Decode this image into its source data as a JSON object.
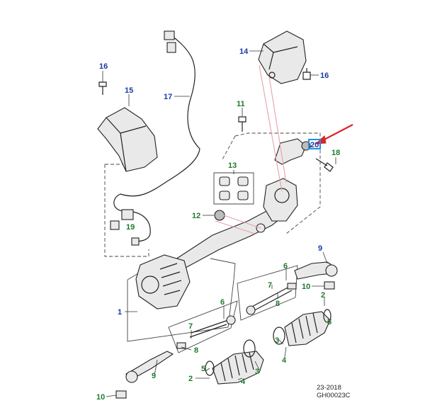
{
  "callouts": [
    {
      "id": "c16a",
      "text": "16",
      "color": "blue"
    },
    {
      "id": "c15",
      "text": "15",
      "color": "green"
    },
    {
      "id": "c17",
      "text": "17",
      "color": "blue"
    },
    {
      "id": "c14",
      "text": "14",
      "color": "blue"
    },
    {
      "id": "c16b",
      "text": "16",
      "color": "blue"
    },
    {
      "id": "c11",
      "text": "11",
      "color": "green"
    },
    {
      "id": "c20",
      "text": "20",
      "color": "blue"
    },
    {
      "id": "c18",
      "text": "18",
      "color": "green"
    },
    {
      "id": "c13",
      "text": "13",
      "color": "green"
    },
    {
      "id": "c12",
      "text": "12",
      "color": "green"
    },
    {
      "id": "c19",
      "text": "19",
      "color": "green"
    },
    {
      "id": "c9a",
      "text": "9",
      "color": "blue"
    },
    {
      "id": "c6a",
      "text": "6",
      "color": "green"
    },
    {
      "id": "c10a",
      "text": "10",
      "color": "green"
    },
    {
      "id": "c7a",
      "text": "7",
      "color": "green"
    },
    {
      "id": "c8a",
      "text": "8",
      "color": "green"
    },
    {
      "id": "c2a",
      "text": "2",
      "color": "green"
    },
    {
      "id": "c1",
      "text": "1",
      "color": "blue"
    },
    {
      "id": "c6b",
      "text": "6",
      "color": "green"
    },
    {
      "id": "c7b",
      "text": "7",
      "color": "green"
    },
    {
      "id": "c5a",
      "text": "5",
      "color": "green"
    },
    {
      "id": "c3a",
      "text": "3",
      "color": "green"
    },
    {
      "id": "c4a",
      "text": "4",
      "color": "green"
    },
    {
      "id": "c8b",
      "text": "8",
      "color": "green"
    },
    {
      "id": "c9b",
      "text": "9",
      "color": "green"
    },
    {
      "id": "c5b",
      "text": "5",
      "color": "green"
    },
    {
      "id": "c3b",
      "text": "3",
      "color": "green"
    },
    {
      "id": "c2b",
      "text": "2",
      "color": "green"
    },
    {
      "id": "c4b",
      "text": "4",
      "color": "green"
    },
    {
      "id": "c10b",
      "text": "10",
      "color": "green"
    }
  ],
  "highlighted_callout": "20",
  "footer": {
    "date_code": "23-2018",
    "drawing_code": "GH00023C"
  },
  "colors": {
    "callout_blue": "#1a3aa6",
    "callout_green": "#1f7a2c",
    "highlight_box": "#1f8fe0",
    "arrow": "#d9262b",
    "pink_leader": "#e8a0a8"
  }
}
